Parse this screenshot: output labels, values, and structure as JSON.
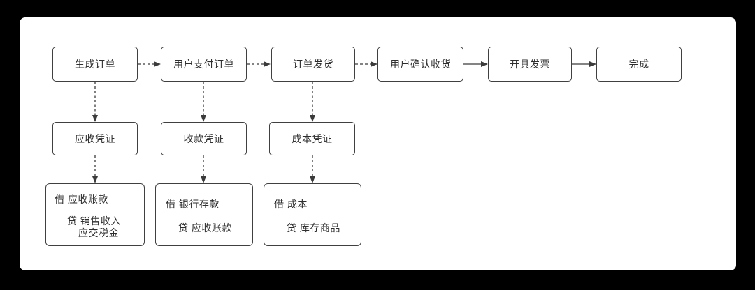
{
  "diagram": {
    "steps": [
      "生成订单",
      "用户支付订单",
      "订单发货",
      "用户确认收货",
      "开具发票",
      "完成"
    ],
    "vouchers": [
      "应收凭证",
      "收款凭证",
      "成本凭证"
    ],
    "entries": [
      {
        "debit": "借 应收账款",
        "credit": "贷 销售收入",
        "credit2": "应交税金"
      },
      {
        "debit": "借 银行存款",
        "credit": "贷 应收账款"
      },
      {
        "debit": "借 成本",
        "credit": "贷 库存商品"
      }
    ]
  },
  "colors": {
    "background": "#000000",
    "panel": "#ffffff",
    "stroke": "#3b3b3b",
    "text": "#2e2e2e"
  }
}
